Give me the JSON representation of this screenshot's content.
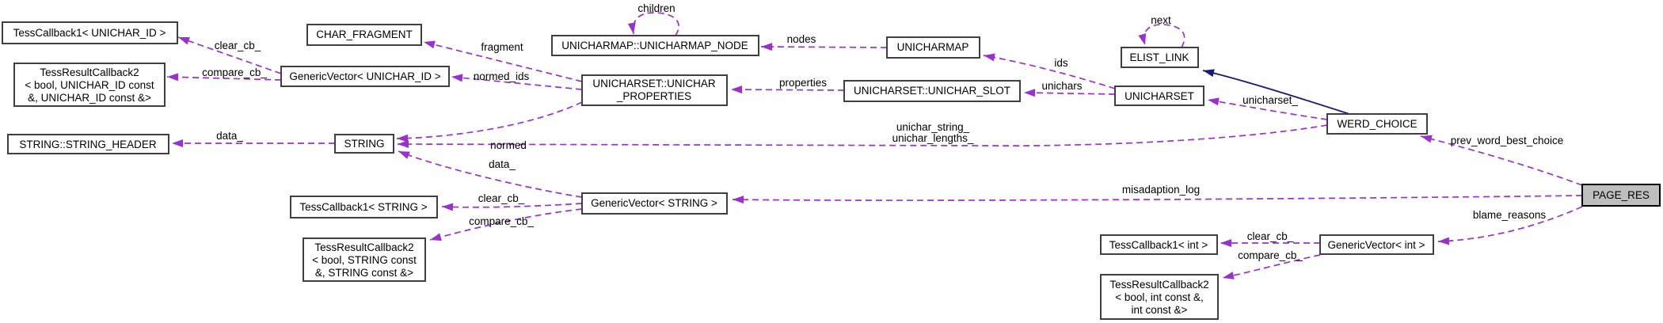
{
  "colors": {
    "usage-edge": "#9932cc",
    "inherit-edge": "#191970",
    "node-border": "#3f3f3f",
    "node-fill": "#ffffff",
    "focus-fill": "#bebebe",
    "label": "#000000",
    "bg": "#ffffff"
  },
  "nodes": {
    "tc1_unichar_id": {
      "label": "TessCallback1< UNICHAR_ID >"
    },
    "trc2_unichar_id": {
      "lines": [
        "TessResultCallback2",
        "< bool, UNICHAR_ID const",
        "&, UNICHAR_ID const &>"
      ]
    },
    "string_header": {
      "label": "STRING::STRING_HEADER"
    },
    "char_fragment": {
      "label": "CHAR_FRAGMENT"
    },
    "gv_unichar_id": {
      "label": "GenericVector< UNICHAR_ID >"
    },
    "string": {
      "label": "STRING"
    },
    "unicharmap_node": {
      "label": "UNICHARMAP::UNICHARMAP_NODE"
    },
    "unichar_properties": {
      "lines": [
        "UNICHARSET::UNICHAR",
        "_PROPERTIES"
      ]
    },
    "unicharmap": {
      "label": "UNICHARMAP"
    },
    "unichar_slot": {
      "label": "UNICHARSET::UNICHAR_SLOT"
    },
    "elist_link": {
      "label": "ELIST_LINK"
    },
    "unicharset": {
      "label": "UNICHARSET"
    },
    "werd_choice": {
      "label": "WERD_CHOICE"
    },
    "page_res": {
      "label": "PAGE_RES"
    },
    "tc1_string": {
      "label": "TessCallback1< STRING >"
    },
    "trc2_string": {
      "lines": [
        "TessResultCallback2",
        "< bool, STRING const",
        "&, STRING const &>"
      ]
    },
    "gv_string": {
      "label": "GenericVector< STRING >"
    },
    "tc1_int": {
      "label": "TessCallback1< int >"
    },
    "gv_int": {
      "label": "GenericVector< int >"
    },
    "trc2_int": {
      "lines": [
        "TessResultCallback2",
        "< bool, int const &,",
        "int const &>"
      ]
    }
  },
  "edges": {
    "clear_cb_uid": {
      "label": "clear_cb_"
    },
    "compare_cb_uid": {
      "label": "compare_cb_"
    },
    "fragment": {
      "label": "fragment"
    },
    "normed_ids": {
      "label": "normed_ids"
    },
    "normed": {
      "label": "normed"
    },
    "nodes": {
      "label": "nodes"
    },
    "children": {
      "label": "children"
    },
    "properties": {
      "label": "properties"
    },
    "ids": {
      "label": "ids"
    },
    "unichars": {
      "label": "unichars"
    },
    "next": {
      "label": "next"
    },
    "unicharset": {
      "label": "unicharset_"
    },
    "unichar_string": {
      "label": "unichar_string_"
    },
    "unichar_lengths": {
      "label": "unichar_lengths_"
    },
    "prev_word_best_choice": {
      "label": "prev_word_best_choice"
    },
    "misadaption_log": {
      "label": "misadaption_log"
    },
    "blame_reasons": {
      "label": "blame_reasons"
    },
    "data_header": {
      "label": "data_"
    },
    "gvstr_data": {
      "label": "data_"
    },
    "gvstr_clear": {
      "label": "clear_cb_"
    },
    "gvstr_compare": {
      "label": "compare_cb_"
    },
    "gvint_clear": {
      "label": "clear_cb_"
    },
    "gvint_compare": {
      "label": "compare_cb_"
    }
  }
}
